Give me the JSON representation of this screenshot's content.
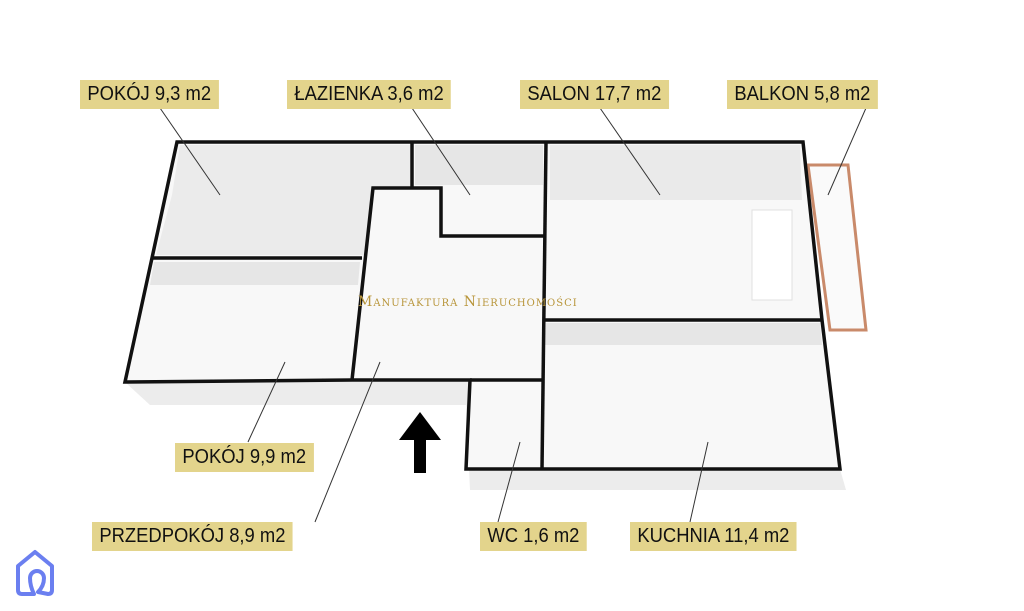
{
  "rooms": {
    "pokoj_top": "POKÓJ 9,3 m2",
    "lazienka": "ŁAZIENKA 3,6 m2",
    "salon": "SALON 17,7 m2",
    "balkon": "BALKON 5,8 m2",
    "pokoj_bottom": "POKÓJ 9,9 m2",
    "przedpokoj": "PRZEDPOKÓJ 8,9 m2",
    "wc": "WC 1,6 m2",
    "kuchnia": "KUCHNIA 11,4 m2"
  },
  "watermark": "Manufaktura Nieruchomości",
  "colors": {
    "label_bg": "#e3d48c",
    "logo": "#6b7ff0",
    "balcony": "#c98a6a"
  }
}
